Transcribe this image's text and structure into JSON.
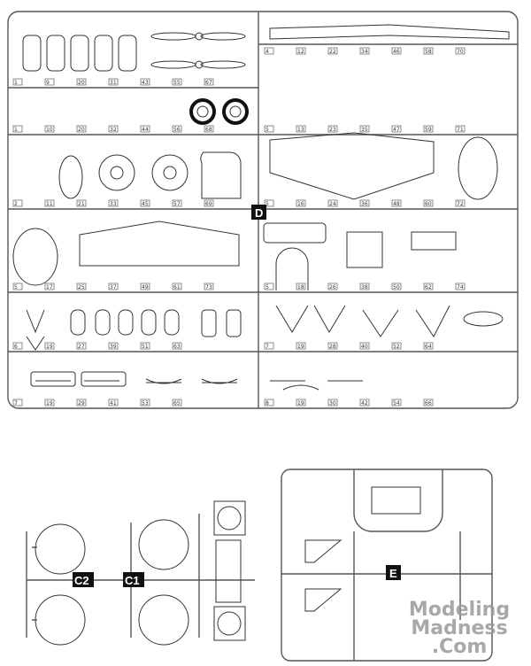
{
  "sprues": {
    "d": {
      "label": "D"
    },
    "c1": {
      "label": "C1"
    },
    "c2": {
      "label": "C2"
    },
    "e": {
      "label": "E"
    }
  },
  "part_numbers": [
    "1",
    "1",
    "2",
    "4",
    "5",
    "5",
    "5",
    "5",
    "6",
    "7",
    "7",
    "8",
    "9",
    "10",
    "11",
    "12",
    "13",
    "16",
    "17",
    "18",
    "19",
    "19",
    "19",
    "19",
    "20",
    "20",
    "21",
    "22",
    "23",
    "24",
    "25",
    "26",
    "27",
    "28",
    "29",
    "30",
    "31",
    "32",
    "33",
    "34",
    "35",
    "36",
    "37",
    "38",
    "39",
    "40",
    "41",
    "42",
    "43",
    "44",
    "45",
    "46",
    "47",
    "48",
    "49",
    "50",
    "51",
    "52",
    "53",
    "54",
    "55",
    "56",
    "57",
    "58",
    "59",
    "60",
    "61",
    "62",
    "63",
    "64",
    "65",
    "66",
    "67",
    "68",
    "69",
    "70",
    "71",
    "72",
    "73",
    "74"
  ],
  "watermark": {
    "line1": "Modeling",
    "line2": "Madness",
    "line3": ".Com"
  }
}
